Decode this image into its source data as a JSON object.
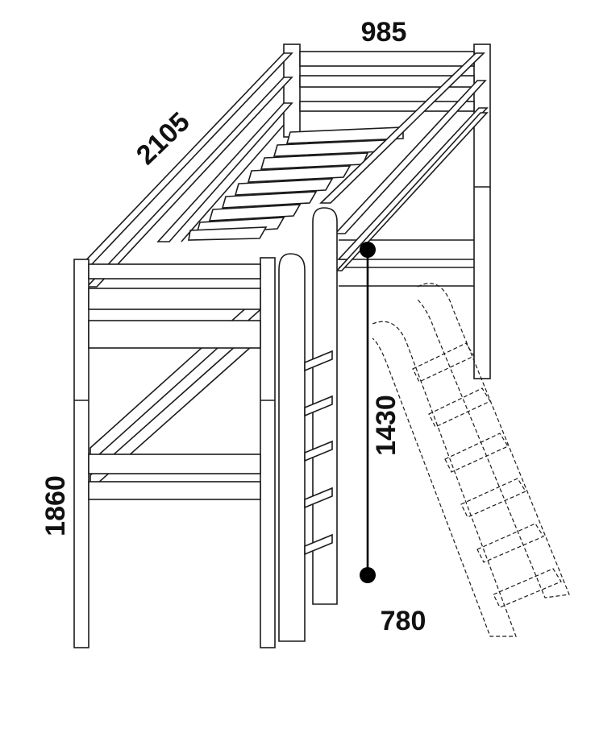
{
  "dimensions": {
    "width": "985",
    "length": "2105",
    "height": "1860",
    "deck_height": "1430",
    "ladder_offset": "780"
  },
  "colors": {
    "line": "#1c1c1c",
    "dimension": "#000000",
    "background": "#ffffff"
  }
}
